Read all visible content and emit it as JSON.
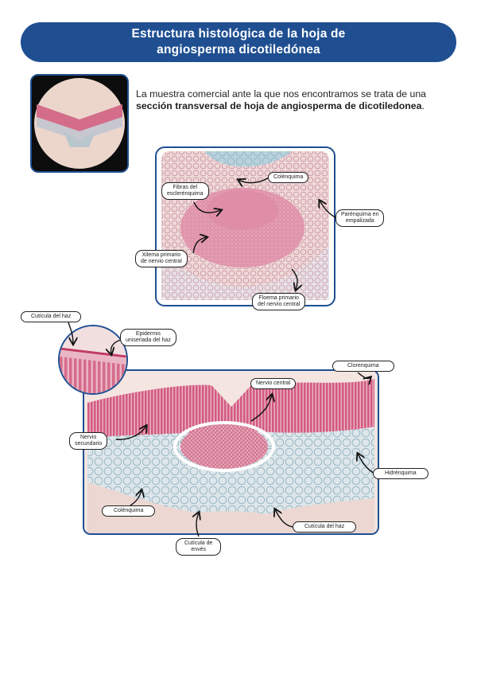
{
  "title": {
    "line1": "Estructura histológica de la hoja de",
    "line2": "angiosperma dicotiledónea"
  },
  "intro": {
    "pre": "La muestra comercial ante la que nos encontramos se trata de una ",
    "bold": "sección transversal de hoja de angiosperma de dicotiledonea",
    "post": "."
  },
  "labels": {
    "colenquima_top": "Colénquima",
    "fibras1": "Fibras del",
    "fibras2": "esclerénquima",
    "parenquima1": "Parénquima en",
    "parenquima2": "empalizada",
    "xilema1": "Xilema primario",
    "xilema2": "de nervio central",
    "floema1": "Floema primario",
    "floema2": "del nervio central",
    "cuticula_haz_top": "Cutícula del haz",
    "epidermis1": "Epidermis",
    "epidermis2": "uniseriada del haz",
    "clorenquima": "Clorenquima",
    "nervio_central": "Nervio central",
    "nervio_sec1": "Nervio",
    "nervio_sec2": "secundario",
    "hidrenquima": "Hidrénquima",
    "colenquima_bottom": "Colénquima",
    "cuticula_haz_bottom": "Cutícula del haz",
    "cuticula_enves1": "Cutícula de",
    "cuticula_enves2": "envés"
  },
  "colors": {
    "accent": "#1f4f91",
    "stain_pink": "#d9607f",
    "stain_blue": "#8fb3c4",
    "background_tissue": "#efd9d4"
  }
}
